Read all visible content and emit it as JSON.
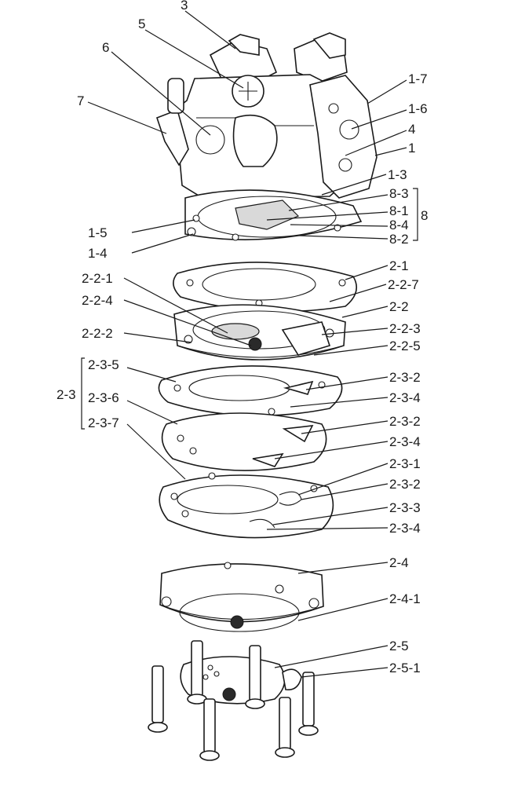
{
  "labels": {
    "l3": "3",
    "l5": "5",
    "l6": "6",
    "l7": "7",
    "l1_7": "1-7",
    "l1_6": "1-6",
    "l4": "4",
    "l1": "1",
    "l1_3": "1-3",
    "l8_3": "8-3",
    "l8_1": "8-1",
    "l8": "8",
    "l8_4": "8-4",
    "l8_2": "8-2",
    "l1_5": "1-5",
    "l1_4": "1-4",
    "l2_1": "2-1",
    "l2_2_1": "2-2-1",
    "l2_2_7": "2-2-7",
    "l2_2_4": "2-2-4",
    "l2_2": "2-2",
    "l2_2_2": "2-2-2",
    "l2_2_3": "2-2-3",
    "l2_2_5": "2-2-5",
    "l2_3_5": "2-3-5",
    "l2_3_2a": "2-3-2",
    "l2_3": "2-3",
    "l2_3_6": "2-3-6",
    "l2_3_4a": "2-3-4",
    "l2_3_7": "2-3-7",
    "l2_3_2b": "2-3-2",
    "l2_3_4b": "2-3-4",
    "l2_3_1": "2-3-1",
    "l2_3_2c": "2-3-2",
    "l2_3_3": "2-3-3",
    "l2_3_4c": "2-3-4",
    "l2_4": "2-4",
    "l2_4_1": "2-4-1",
    "l2_5": "2-5",
    "l2_5_1": "2-5-1"
  }
}
